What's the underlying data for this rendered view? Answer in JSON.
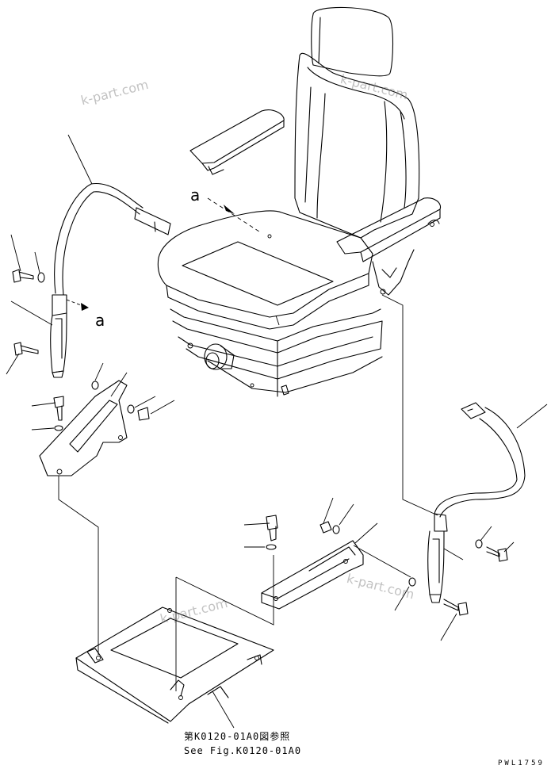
{
  "watermarks": [
    "k-part.com",
    "k-part.com",
    "k-part.com",
    "k-part.com"
  ],
  "view_labels": {
    "arrow_a_seat": "a",
    "arrow_a_belt": "a"
  },
  "reference": {
    "line_jp": "第K0120-01A0図参照",
    "line_en": "See Fig.K0120-01A0"
  },
  "drawing_code": "PWL1759"
}
